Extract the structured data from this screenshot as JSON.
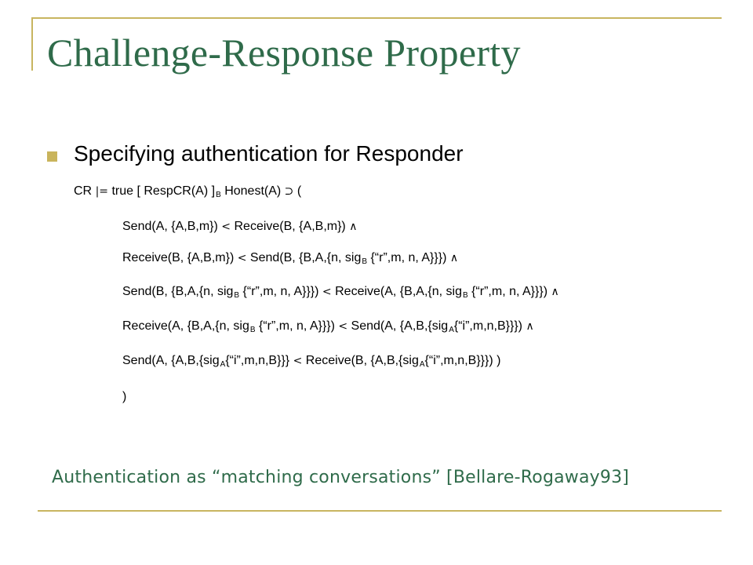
{
  "slide": {
    "title": "Challenge-Response Property",
    "bullet_heading": "Specifying authentication for Responder",
    "footnote": "Authentication as “matching conversations” [Bellare-Rogaway93]",
    "colors": {
      "title": "#2f6b4a",
      "accent": "#c9b45c",
      "frame": "#c8b560"
    }
  },
  "formula": {
    "cr_line": {
      "cr": "CR",
      "models": "|=",
      "true_open": "true [ RespCR(A) ]",
      "sub_b": "B",
      "honest": "Honest(A)",
      "implies": "⊃",
      "paren_open": "("
    },
    "conj": "∧",
    "before": "<",
    "line1": {
      "left": "Send(A, {A,B,m})",
      "right": "Receive(B, {A,B,m})"
    },
    "line2": {
      "left": "Receive(B, {A,B,m})",
      "right_a": "Send(B, {B,A,{n, sig",
      "right_sub": "B",
      "right_b": " {“r”,m, n, A}}})"
    },
    "line3": {
      "left_a": "Send(B, {B,A,{n, sig",
      "left_sub": "B",
      "left_b": " {“r”,m, n, A}}})",
      "right_a": "Receive(A, {B,A,{n, sig",
      "right_sub": "B",
      "right_b": " {“r”,m, n, A}}})"
    },
    "line4": {
      "left_a": "Receive(A, {B,A,{n, sig",
      "left_sub": "B",
      "left_b": " {“r”,m, n, A}}})",
      "right_a": "Send(A, {A,B,{sig",
      "right_sub": "A",
      "right_b": "{“i”,m,n,B}}})"
    },
    "line5": {
      "left_a": "Send(A, {A,B,{sig",
      "left_sub": "A",
      "left_b": "{“i”,m,n,B}}}",
      "right_a": "Receive(B, {A,B,{sig",
      "right_sub": "A",
      "right_b": "{“i”,m,n,B}}})",
      "close": ")"
    },
    "final_close": ")"
  }
}
